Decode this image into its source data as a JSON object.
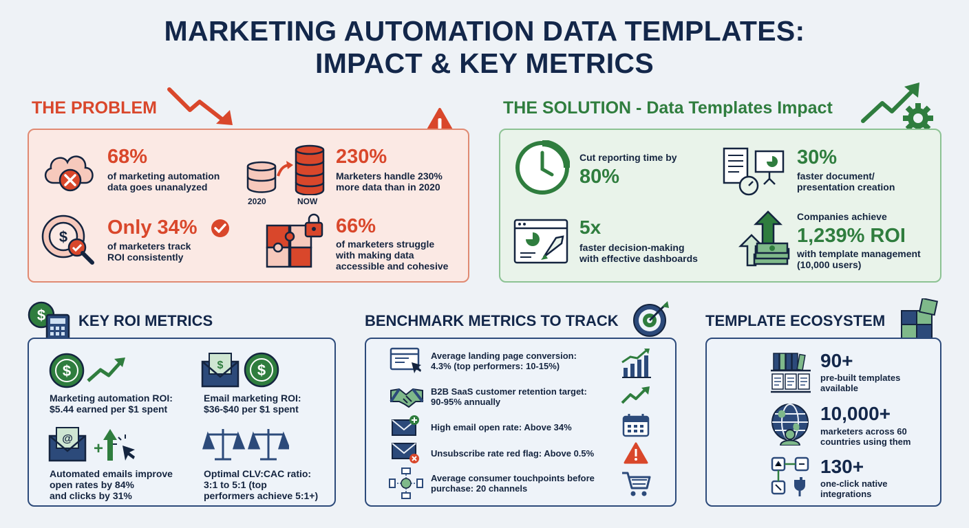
{
  "title": {
    "line1": "MARKETING AUTOMATION DATA TEMPLATES:",
    "line2": "IMPACT & KEY METRICS"
  },
  "problem": {
    "heading": "THE PROBLEM",
    "items": [
      {
        "stat": "68%",
        "text1": "of marketing automation",
        "text2": "data goes unanalyzed",
        "icon": "cloud-error-icon"
      },
      {
        "stat": "230%",
        "text1": "Marketers handle 230%",
        "text2": "more data than in 2020",
        "icon": "database-growth-icon",
        "label_left": "2020",
        "label_right": "NOW"
      },
      {
        "stat": "Only 34%",
        "text1": "of marketers track",
        "text2": "ROI consistently",
        "icon": "roi-magnifier-icon"
      },
      {
        "stat": "66%",
        "text1": "of marketers struggle",
        "text2": "with making data",
        "text3": "accessible and cohesive",
        "icon": "puzzle-lock-icon"
      }
    ]
  },
  "solution": {
    "heading": "THE SOLUTION - Data Templates Impact",
    "items": [
      {
        "pre": "Cut reporting time by",
        "stat": "80%",
        "icon": "clock-icon"
      },
      {
        "stat": "30%",
        "text1": "faster document/",
        "text2": "presentation creation",
        "icon": "document-presentation-icon"
      },
      {
        "stat": "5x",
        "text1": "faster decision-making",
        "text2": "with effective dashboards",
        "icon": "dashboard-rocket-icon"
      },
      {
        "pre": "Companies achieve",
        "stat": "1,239% ROI",
        "text1": "with template management",
        "text2": "(10,000 users)",
        "icon": "money-growth-icon"
      }
    ]
  },
  "roi": {
    "heading": "KEY ROI METRICS",
    "items": [
      {
        "text1": "Marketing automation ROI:",
        "text2": "$5.44 earned per $1 spent",
        "icon": "dollar-trend-icon"
      },
      {
        "text1": "Email marketing ROI:",
        "text2": "$36-$40 per $1 spent",
        "icon": "email-dollar-icon"
      },
      {
        "text1": "Automated emails improve",
        "text2": "open rates by 84%",
        "text3": "and clicks by 31%",
        "icon": "email-click-icon"
      },
      {
        "text1": "Optimal CLV:CAC ratio:",
        "text2": "3:1 to 5:1 (top",
        "text3": "performers achieve 5:1+)",
        "icon": "scales-icon"
      }
    ]
  },
  "benchmark": {
    "heading": "BENCHMARK METRICS TO TRACK",
    "items": [
      {
        "text1": "Average landing page conversion:",
        "text2": "4.3% (top performers: 10-15%)",
        "icon": "landing-page-icon",
        "right_icon": "bar-chart-icon"
      },
      {
        "text1": "B2B SaaS customer retention target:",
        "text2": "90-95% annually",
        "icon": "handshake-icon",
        "right_icon": "trend-up-icon"
      },
      {
        "text1": "High email open rate: Above 34%",
        "icon": "email-plus-icon",
        "right_icon": "calendar-icon"
      },
      {
        "text1": "Unsubscribe rate red flag: Above 0.5%",
        "icon": "email-x-icon",
        "right_icon": "warning-icon"
      },
      {
        "text1": "Average consumer touchpoints before",
        "text2": "purchase: 20 channels",
        "icon": "touchpoints-icon",
        "right_icon": "cart-icon"
      }
    ]
  },
  "ecosystem": {
    "heading": "TEMPLATE ECOSYSTEM",
    "items": [
      {
        "stat": "90+",
        "text1": "pre-built templates",
        "text2": "available",
        "icon": "template-library-icon"
      },
      {
        "stat": "10,000+",
        "text1": "marketers across 60",
        "text2": "countries using them",
        "icon": "globe-users-icon"
      },
      {
        "stat": "130+",
        "text1": "one-click native",
        "text2": "integrations",
        "icon": "integrations-icon"
      }
    ]
  },
  "colors": {
    "problem_red": "#d9472b",
    "solution_green": "#2f7d3e",
    "navy": "#13274a"
  }
}
